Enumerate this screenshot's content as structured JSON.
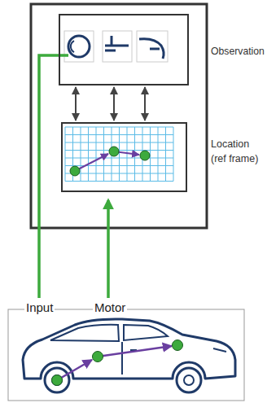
{
  "diagram": {
    "nodes": [
      {
        "text": [
          "Observation"
        ]
      },
      {
        "text": [
          "Location (ref frame)"
        ]
      }
    ],
    "edges": [
      {
        "from": 0,
        "to": 1,
        "arrow": "both"
      },
      {
        "from": 0,
        "to": 1,
        "arrow": "both"
      },
      {
        "from": 0,
        "to": 1,
        "arrow": "both"
      }
    ],
    "labels": [
      "Input",
      "Motor"
    ]
  }
}
